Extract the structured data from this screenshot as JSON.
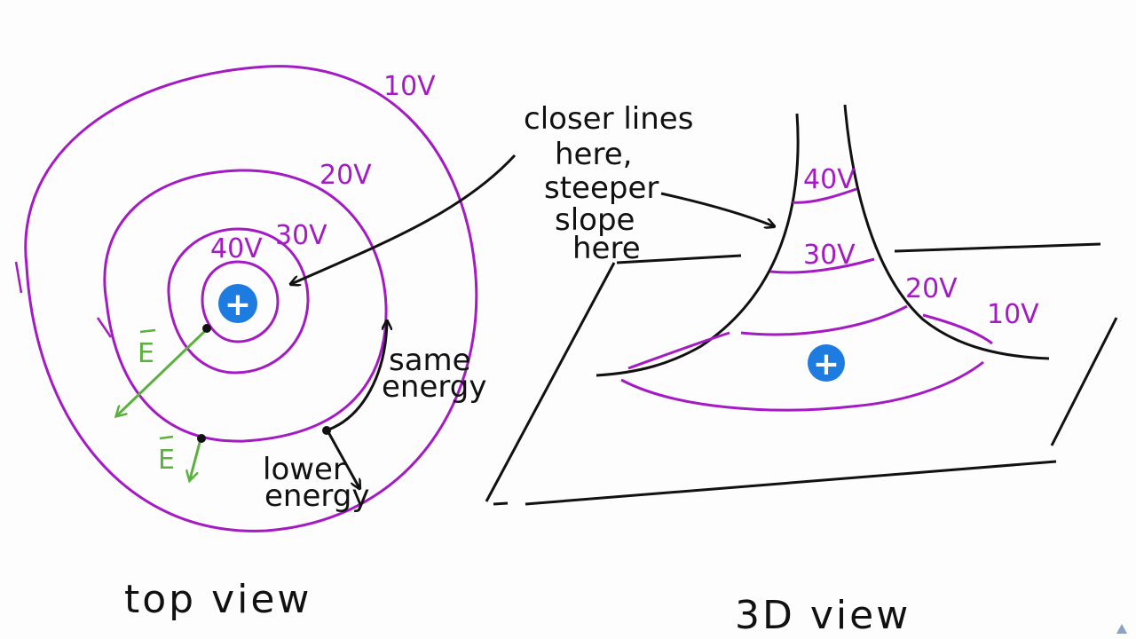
{
  "top_view": {
    "caption": "top view",
    "contours": [
      {
        "label": "10V"
      },
      {
        "label": "20V"
      },
      {
        "label": "30V"
      },
      {
        "label": "40V"
      }
    ],
    "charge_symbol": "+",
    "field_label_1": "E",
    "field_label_2": "E",
    "same_energy": [
      "same",
      "energy"
    ],
    "lower_energy": [
      "lower",
      "energy"
    ]
  },
  "annotation": {
    "lines": [
      "closer lines",
      "here,",
      "steeper",
      "slope",
      "here"
    ]
  },
  "view_3d": {
    "caption": "3D view",
    "contours": [
      {
        "label": "40V"
      },
      {
        "label": "30V"
      },
      {
        "label": "20V"
      },
      {
        "label": "10V"
      }
    ],
    "charge_symbol": "+"
  },
  "colors": {
    "contour": "#a41bc4",
    "field_arrow": "#5cb040",
    "charge": "#1e7be0",
    "ink": "#111111"
  }
}
